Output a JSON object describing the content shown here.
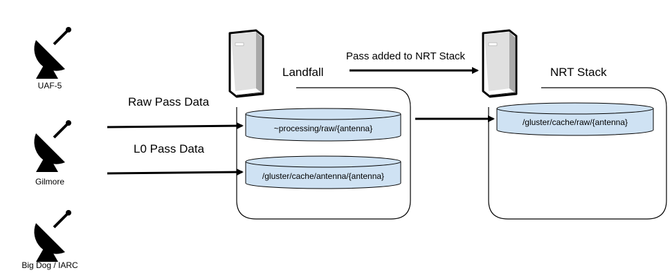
{
  "stations": [
    {
      "name": "UAF-5",
      "icon": "satellite-dish-icon"
    },
    {
      "name": "Gilmore",
      "icon": "satellite-dish-icon"
    },
    {
      "name": "Big Dog / IARC",
      "icon": "satellite-dish-icon"
    }
  ],
  "flows": {
    "raw": "Raw Pass Data",
    "l0": "L0 Pass Data",
    "nrt": "Pass added to NRT Stack"
  },
  "landfall": {
    "title": "Landfall",
    "icon": "server-icon",
    "stores": [
      "~processing/raw/{antenna}",
      "/gluster/cache/antenna/{antenna}"
    ]
  },
  "nrt_stack": {
    "title": "NRT Stack",
    "icon": "server-icon",
    "stores": [
      "/gluster/cache/raw/{antenna}"
    ]
  },
  "colors": {
    "cylinder_fill": "#cfe2f3",
    "stroke": "#000000",
    "dish": "#000000"
  }
}
